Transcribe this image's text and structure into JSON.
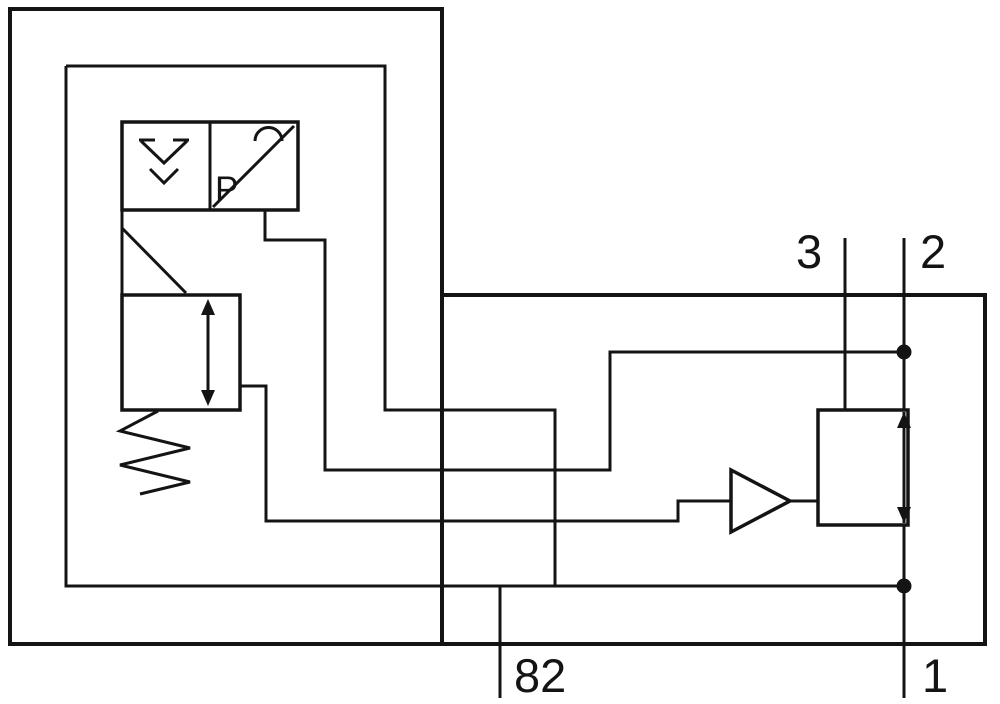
{
  "diagram": {
    "labels": {
      "port_3": "3",
      "port_2": "2",
      "port_1": "1",
      "port_82": "82",
      "pressure": "P"
    },
    "colors": {
      "line": "#141414",
      "background": "#ffffff"
    }
  }
}
